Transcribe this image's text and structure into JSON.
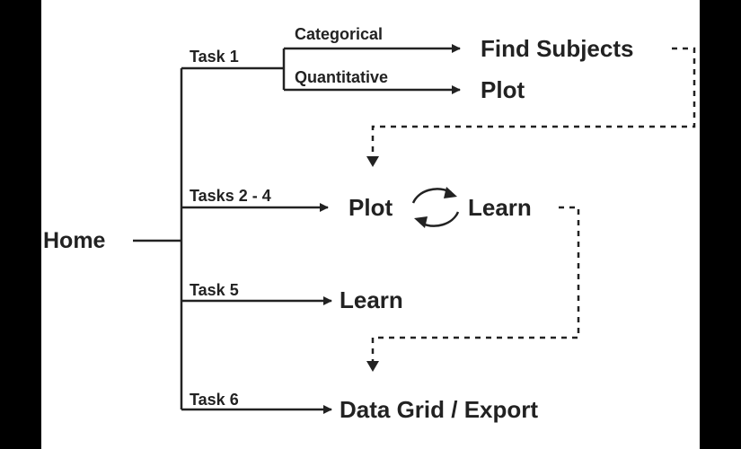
{
  "root": "Home",
  "branches": {
    "task1": "Task 1",
    "tasks2_4": "Tasks 2 - 4",
    "task5": "Task 5",
    "task6": "Task 6"
  },
  "sub_branches": {
    "categorical": "Categorical",
    "quantitative": "Quantitative"
  },
  "nodes": {
    "find_subjects": "Find Subjects",
    "plot_task1": "Plot",
    "plot_loop": "Plot",
    "learn_loop": "Learn",
    "learn_task5": "Learn",
    "data_grid": "Data Grid / Export"
  },
  "colors": {
    "ink": "#222222",
    "background": "#ffffff",
    "border": "#000000"
  }
}
